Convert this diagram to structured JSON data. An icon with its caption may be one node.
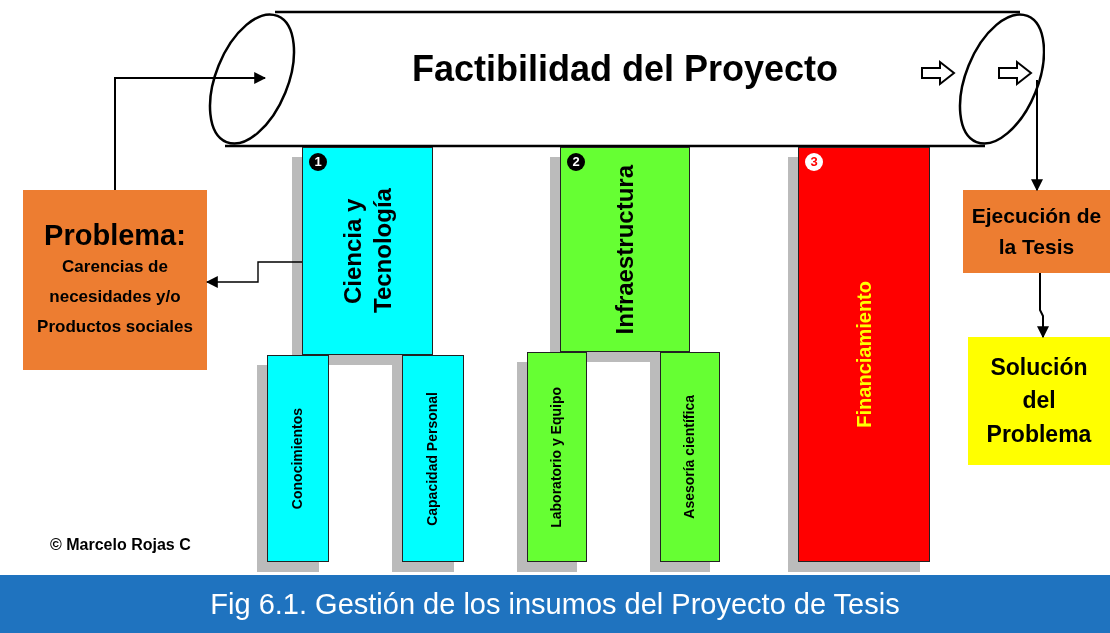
{
  "diagram": {
    "caption": "Fig 6.1. Gestión de los insumos del Proyecto de Tesis",
    "nodes": [
      {
        "text": [
          "Factibilidad del Proyecto"
        ]
      },
      {
        "text": [
          "Problema:",
          "Carencias de necesidades y/o Productos sociales"
        ]
      },
      {
        "text": [
          "1",
          "Ciencia y Tecnología"
        ]
      },
      {
        "text": [
          "Conocimientos"
        ]
      },
      {
        "text": [
          "Capacidad Personal"
        ]
      },
      {
        "text": [
          "2",
          "Infraestructura"
        ]
      },
      {
        "text": [
          "Laboratorio y Equipo"
        ]
      },
      {
        "text": [
          "Asesoría científica"
        ]
      },
      {
        "text": [
          "3",
          "Financiamiento"
        ]
      },
      {
        "text": [
          "Ejecución de la Tesis"
        ]
      },
      {
        "text": [
          "Solución del Problema"
        ]
      }
    ],
    "edges": [
      {
        "from": 1,
        "to": 0,
        "arrow": "to"
      },
      {
        "from": 2,
        "to": 1,
        "arrow": "to"
      },
      {
        "from": 0,
        "to": 9,
        "arrow": "to"
      },
      {
        "from": 9,
        "to": 10,
        "arrow": "to"
      }
    ],
    "labels": [
      "© Marcelo Rojas C"
    ]
  }
}
